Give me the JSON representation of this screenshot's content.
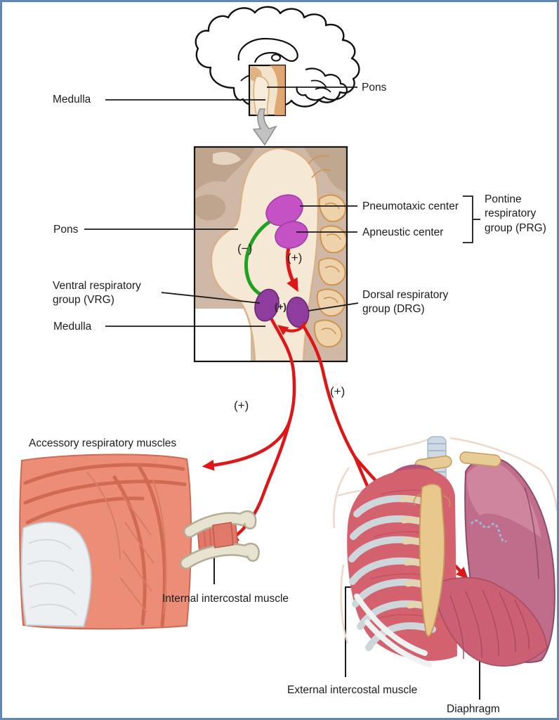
{
  "diagram": {
    "title_hint": "Respiratory centers of the brain",
    "labels": {
      "medulla_top": "Medulla",
      "pons_top": "Pons",
      "pneumotaxic": "Pneumotaxic center",
      "apneustic": "Apneustic center",
      "prg": "Pontine respiratory group (PRG)",
      "pons_mid": "Pons",
      "vrg": "Ventral respiratory group (VRG)",
      "medulla_mid": "Medulla",
      "drg": "Dorsal respiratory group (DRG)",
      "accessory": "Accessory respiratory muscles",
      "internal_intercostal": "Internal intercostal muscle",
      "external_intercostal": "External intercostal muscle",
      "diaphragm": "Diaphragm"
    },
    "signs": {
      "inhibit": "(−)",
      "excite_pons": "(+)",
      "excite_medulla": "(+)",
      "excite_left": "(+)",
      "excite_right": "(+)"
    },
    "colors": {
      "frame_border": "#6289b6",
      "excitatory_red": "#dd1717",
      "inhibitory_green": "#21a121",
      "pontine_center_magenta": "#c452c4",
      "medullary_center_purple": "#8e3d9e"
    }
  }
}
